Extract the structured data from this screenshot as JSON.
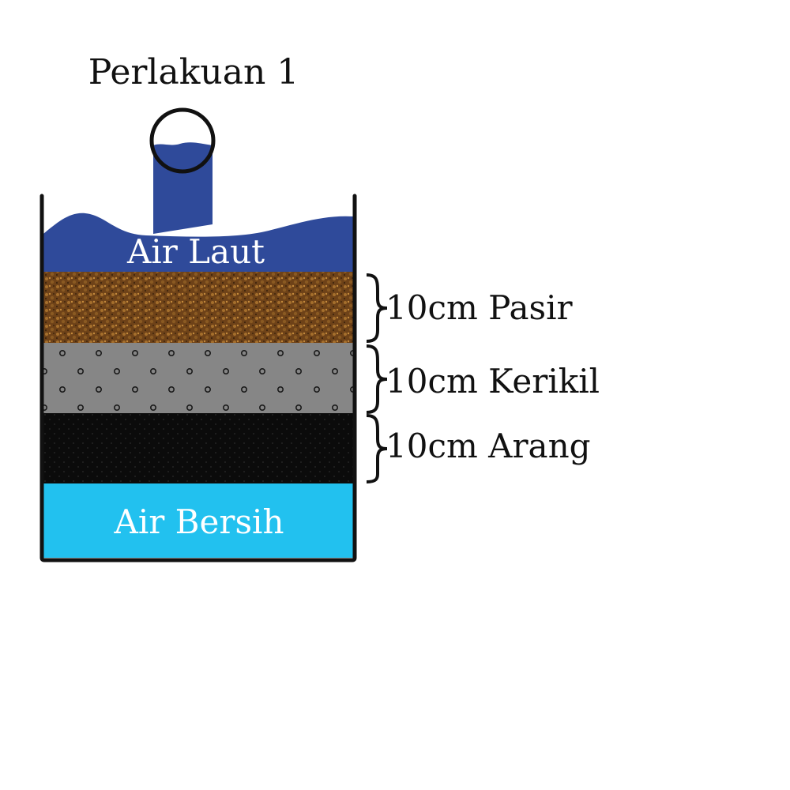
{
  "title": "Perlakuan 1",
  "layers": {
    "sea_water": {
      "label": "Air Laut",
      "color": "#2f4a9a"
    },
    "sand": {
      "label": "10cm Pasir",
      "color": "#7a4a1c"
    },
    "gravel": {
      "label": "10cm Kerikil",
      "color": "#858585"
    },
    "charcoal": {
      "label": "10cm Arang",
      "color": "#0d0d0d"
    },
    "clean_water": {
      "label": "Air Bersih",
      "color": "#22c1ef"
    }
  },
  "colors": {
    "outline": "#111111",
    "sand_grain": "#b07a2e",
    "background": "#ffffff"
  }
}
